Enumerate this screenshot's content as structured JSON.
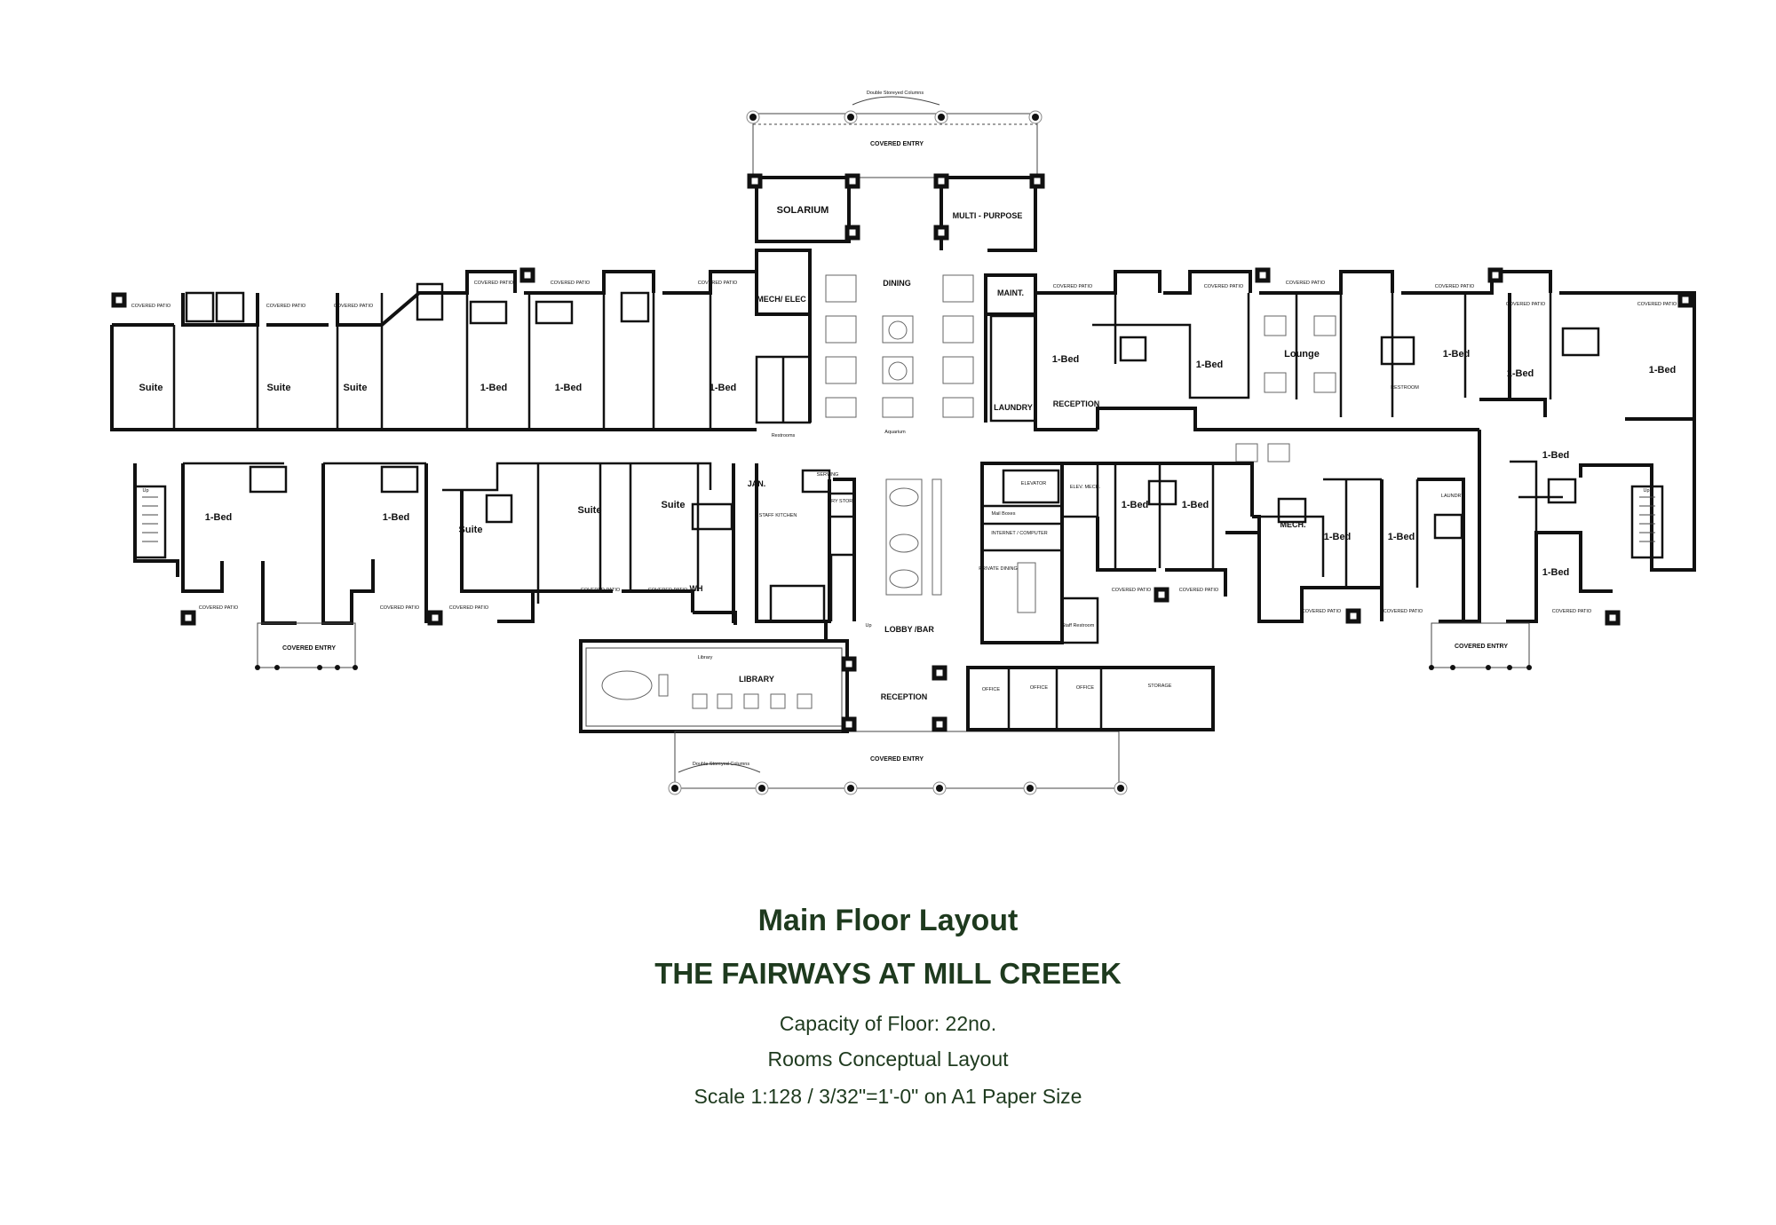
{
  "title_block": {
    "title": "Main Floor Layout",
    "project": "THE FAIRWAYS AT MILL CREEEK",
    "capacity": "Capacity of Floor: 22no.",
    "subtitle": "Rooms Conceptual Layout",
    "scale": "Scale 1:128  /  3/32\"=1'-0\" on A1 Paper Size"
  },
  "labels": {
    "double_storeyed_columns_top": "Double Storeyed Columns",
    "covered_entry_top": "COVERED ENTRY",
    "solarium": "SOLARIUM",
    "multi_purpose": "MULTI - PURPOSE",
    "mech_elec": "MECH/ ELEC",
    "dining": "DINING",
    "maint": "MAINT.",
    "laundry_main": "LAUNDRY",
    "reception_east": "RECEPTION",
    "restrooms": "Restrooms",
    "aquarium": "Aquarium",
    "lounge": "Lounge",
    "restroom": "RESTROOM",
    "jan": "JAN.",
    "serving": "SERVING",
    "dry_store": "DRY STORE",
    "staff_kitchen": "STAFF KITCHEN",
    "wh": "WH",
    "elevator": "ELEVATOR",
    "elev_mech": "ELEV. MECH.",
    "mail_boxes": "Mail Boxes",
    "internet_computer": "INTERNET / COMPUTER",
    "private_dining": "PRIVATE DINING",
    "staff_restroom": "Staff Restroom",
    "mech": "MECH.",
    "laundry_east": "LAUNDRY",
    "lobby_bar": "LOBBY /BAR",
    "up": "Up",
    "library": "LIBRARY",
    "library_small": "Library",
    "reception_south": "RECEPTION",
    "office": "OFFICE",
    "storage": "STORAGE",
    "covered_entry_bottom": "COVERED ENTRY",
    "double_storeyed_columns_bottom": "Double Storeyed Columns",
    "covered_entry_west": "COVERED ENTRY",
    "covered_entry_east": "COVERED ENTRY",
    "covered_patio": "COVERED PATIO",
    "suite": "Suite",
    "one_bed": "1-Bed"
  }
}
